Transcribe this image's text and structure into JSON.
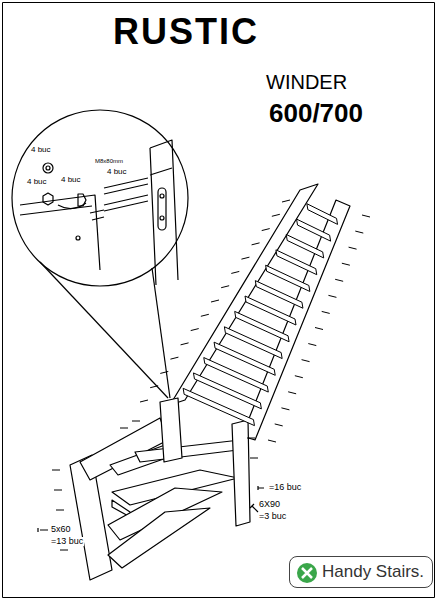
{
  "diagram": {
    "title": "RUSTIC",
    "nodes": [
      {
        "text": [
          "Handy Stairs."
        ]
      }
    ],
    "edges": [],
    "labels": [
      "WINDER",
      "600/700",
      "4 buc",
      "4 buc",
      "4 buc",
      "M8x80mm",
      "4 buc",
      "=16 buc",
      "6X90",
      "=3 buc",
      "5x60",
      "=13 buc"
    ]
  }
}
